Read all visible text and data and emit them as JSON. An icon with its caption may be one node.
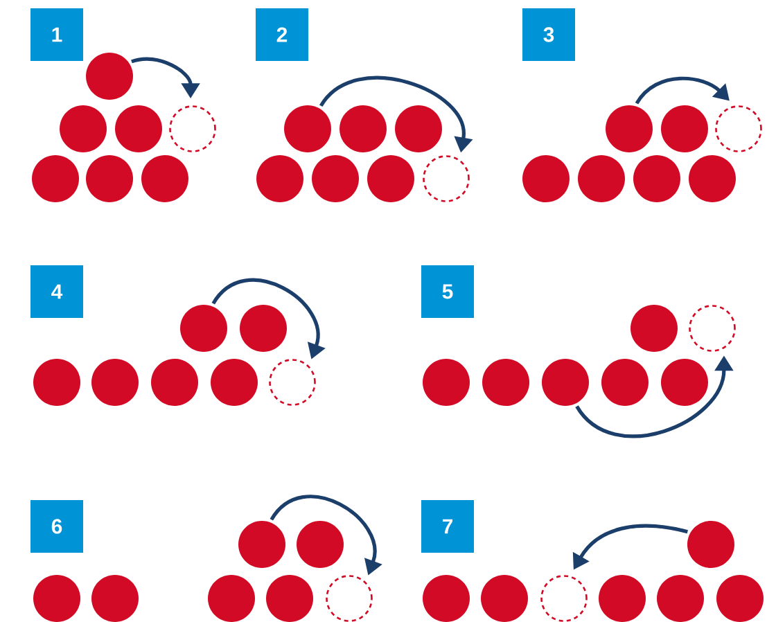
{
  "diagram": {
    "nodes": [
      {
        "text": [
          "1"
        ]
      },
      {
        "text": [],
        "shape": "circle"
      },
      {
        "text": [],
        "shape": "circle"
      },
      {
        "text": [],
        "shape": "circle"
      },
      {
        "text": [],
        "shape": "ring"
      },
      {
        "text": [],
        "shape": "circle"
      },
      {
        "text": [],
        "shape": "circle"
      },
      {
        "text": [],
        "shape": "circle"
      },
      {
        "text": [
          "2"
        ]
      },
      {
        "text": [],
        "shape": "circle"
      },
      {
        "text": [],
        "shape": "circle"
      },
      {
        "text": [],
        "shape": "circle"
      },
      {
        "text": [],
        "shape": "circle"
      },
      {
        "text": [],
        "shape": "circle"
      },
      {
        "text": [],
        "shape": "circle"
      },
      {
        "text": [],
        "shape": "ring"
      },
      {
        "text": [
          "3"
        ]
      },
      {
        "text": [],
        "shape": "circle"
      },
      {
        "text": [],
        "shape": "circle"
      },
      {
        "text": [],
        "shape": "ring"
      },
      {
        "text": [],
        "shape": "circle"
      },
      {
        "text": [],
        "shape": "circle"
      },
      {
        "text": [],
        "shape": "circle"
      },
      {
        "text": [],
        "shape": "circle"
      },
      {
        "text": [
          "4"
        ]
      },
      {
        "text": [],
        "shape": "circle"
      },
      {
        "text": [],
        "shape": "circle"
      },
      {
        "text": [],
        "shape": "circle"
      },
      {
        "text": [],
        "shape": "circle"
      },
      {
        "text": [],
        "shape": "circle"
      },
      {
        "text": [],
        "shape": "circle"
      },
      {
        "text": [],
        "shape": "ring"
      },
      {
        "text": [
          "5"
        ]
      },
      {
        "text": [],
        "shape": "circle"
      },
      {
        "text": [],
        "shape": "ring"
      },
      {
        "text": [],
        "shape": "circle"
      },
      {
        "text": [],
        "shape": "circle"
      },
      {
        "text": [],
        "shape": "circle"
      },
      {
        "text": [],
        "shape": "circle"
      },
      {
        "text": [],
        "shape": "circle"
      },
      {
        "text": [
          "6"
        ]
      },
      {
        "text": [],
        "shape": "circle"
      },
      {
        "text": [],
        "shape": "circle"
      },
      {
        "text": [],
        "shape": "circle"
      },
      {
        "text": [],
        "shape": "circle"
      },
      {
        "text": [],
        "shape": "circle"
      },
      {
        "text": [],
        "shape": "circle"
      },
      {
        "text": [],
        "shape": "ring"
      },
      {
        "text": [
          "7"
        ]
      },
      {
        "text": [],
        "shape": "circle"
      },
      {
        "text": [],
        "shape": "circle"
      },
      {
        "text": [],
        "shape": "circle"
      },
      {
        "text": [],
        "shape": "ring"
      },
      {
        "text": [],
        "shape": "circle"
      },
      {
        "text": [],
        "shape": "circle"
      },
      {
        "text": [],
        "shape": "circle"
      }
    ],
    "edges": [
      {
        "from": 1,
        "to": 4,
        "arrow": "to"
      },
      {
        "from": 9,
        "to": 15,
        "arrow": "to"
      },
      {
        "from": 17,
        "to": 19,
        "arrow": "to"
      },
      {
        "from": 25,
        "to": 31,
        "arrow": "to"
      },
      {
        "from": 37,
        "to": 34,
        "arrow": "to"
      },
      {
        "from": 41,
        "to": 47,
        "arrow": "to"
      },
      {
        "from": 49,
        "to": 52,
        "arrow": "to"
      }
    ]
  }
}
